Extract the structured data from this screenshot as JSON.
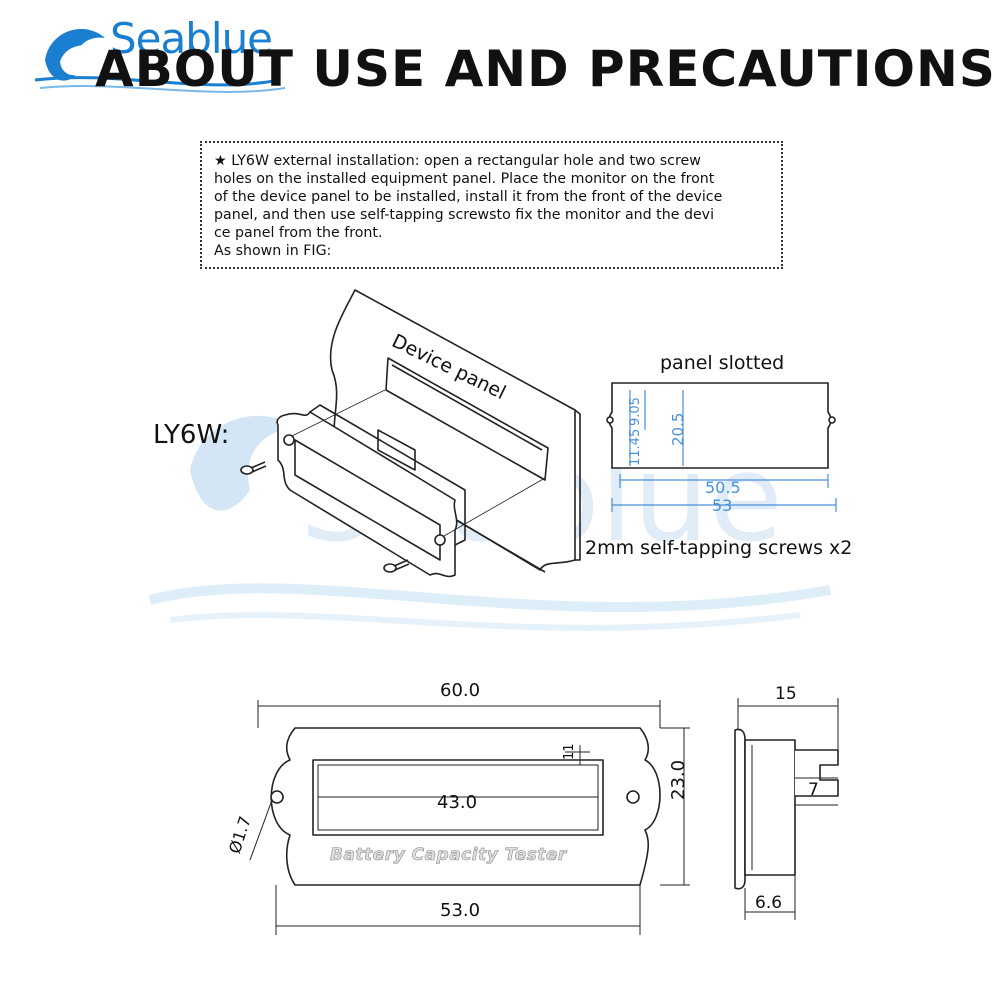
{
  "header": {
    "brand": "Seablue",
    "title": "ABOUT USE AND PRECAUTIONS"
  },
  "note": {
    "lines": [
      "★ LY6W external installation: open a rectangular hole and two screw",
      "holes on the installed equipment panel. Place the monitor on the front",
      "of the device panel to be installed, install it from the front of the device",
      "panel, and then use self-tapping screwsto fix the monitor and the devi",
      "ce panel from the front.",
      "As shown in FIG:"
    ]
  },
  "install": {
    "model_label": "LY6W:",
    "device_panel_label": "Device panel",
    "slot_title": "panel slotted",
    "slot_dims": {
      "h1": "11.45",
      "h2": "9.05",
      "h3": "20.5",
      "w1": "50.5",
      "w2": "53"
    },
    "screws_label": "2mm self-tapping screws x2"
  },
  "drawing": {
    "width_top": "60.0",
    "height_right": "23.0",
    "window_width": "43.0",
    "window_gap": "11",
    "hole_dia": "Ø1.7",
    "width_bottom": "53.0",
    "face_text": "Battery Capacity Tester",
    "side_depth": "15",
    "side_pin": "7",
    "side_bezel": "6.6"
  },
  "watermark": "Seablue",
  "colors": {
    "accent": "#1a7fd0",
    "dim_blue": "#4a90d9",
    "line": "#222222"
  }
}
